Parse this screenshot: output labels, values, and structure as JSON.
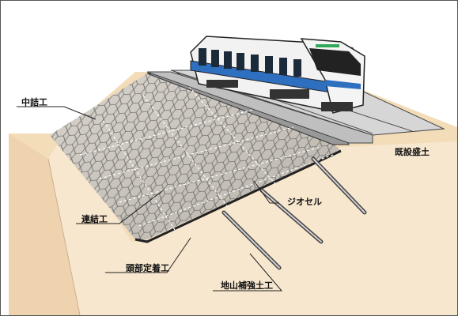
{
  "labels": {
    "nakazume": "中詰工",
    "existing_embankment": "既設盛土",
    "geocell": "ジオセル",
    "connection": "連結工",
    "head_anchor": "頭部定着工",
    "ground_reinforcement": "地山補強土工"
  },
  "colors": {
    "soil_top": "#f3dcb8",
    "soil_side": "#efd3ae",
    "soil_front": "#f8e7cf",
    "mesh_stroke": "#6f6f6f",
    "slope_fill": "#cfcac2",
    "train_body": "#f2f2f2",
    "train_stripe": "#2f6fc0",
    "outline": "#222222",
    "rail_bed": "#bfbfbf"
  },
  "icons": [
    "train-icon",
    "geocell-mesh-icon",
    "soil-nail-bar-icon"
  ]
}
